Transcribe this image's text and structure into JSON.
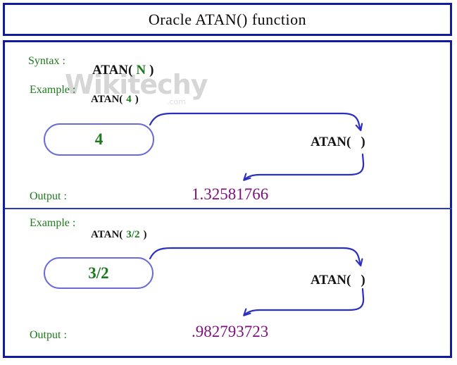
{
  "page": {
    "title": "Oracle ATAN() function"
  },
  "watermark": {
    "text": "Wikitechy",
    "suffix": ".com"
  },
  "syntax": {
    "label": "Syntax :",
    "code": {
      "prefix": "ATAN(",
      "param": "N",
      "suffix": ")"
    }
  },
  "examples": [
    {
      "label": "Example :",
      "call": {
        "prefix": "ATAN(",
        "arg": "4",
        "suffix": ")"
      },
      "input": "4",
      "fn": {
        "prefix": "ATAN(",
        "suffix": ")"
      },
      "output_label": "Output :",
      "output": "1.32581766"
    },
    {
      "label": "Example :",
      "call": {
        "prefix": "ATAN(",
        "arg": "3/2",
        "suffix": ")"
      },
      "input": "3/2",
      "fn": {
        "prefix": "ATAN(",
        "suffix": ")"
      },
      "output_label": "Output :",
      "output": ".982793723"
    }
  ],
  "colors": {
    "frame_border": "#111b9e",
    "divider": "#2c3cb8",
    "arrow": "#2a2fc1",
    "pill_border": "#6a6ada",
    "label_green": "#1c7a1c",
    "output_purple": "#7c107c",
    "watermark_gray": "#b5b5b5"
  }
}
